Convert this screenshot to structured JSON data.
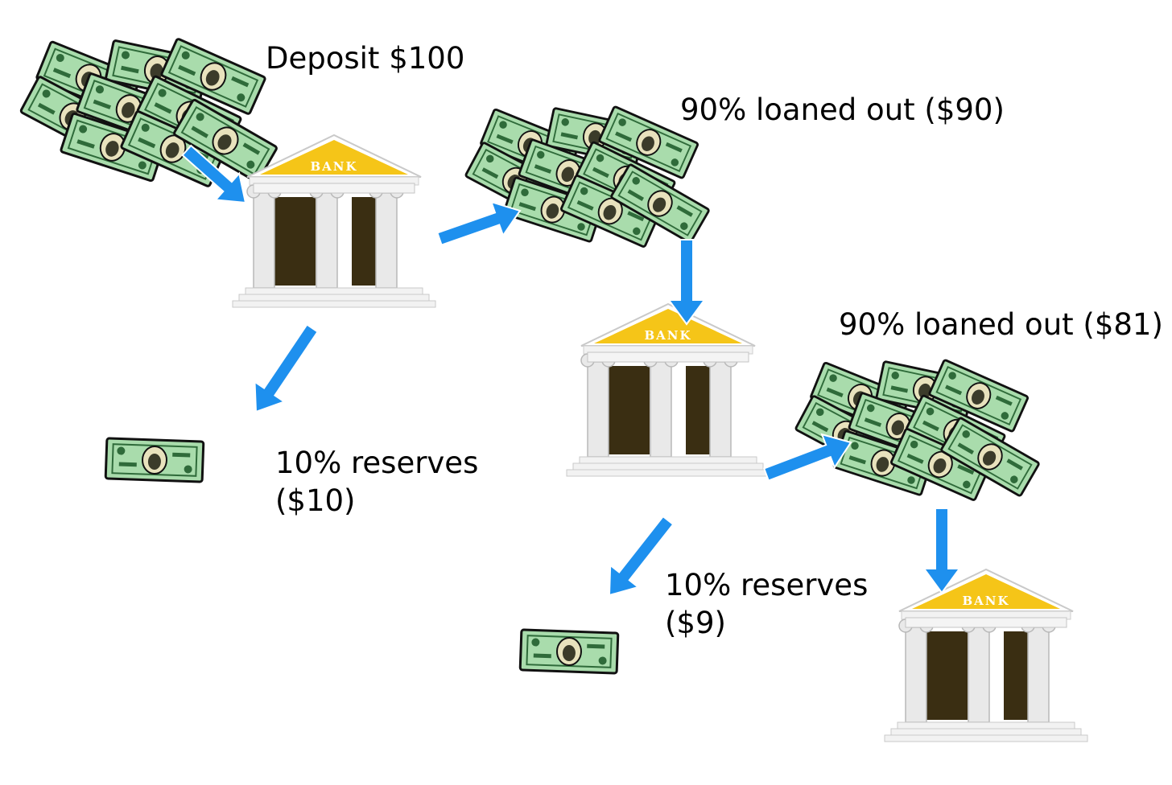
{
  "labels": {
    "deposit": "Deposit  $100",
    "loan1": "90% loaned out ($90)",
    "loan2": "90% loaned out ($81)",
    "reserve1_line1": "10% reserves",
    "reserve1_line2": "($10)",
    "reserve2_line1": "10% reserves",
    "reserve2_line2": "($9)"
  },
  "bank_sign_text": "BANK",
  "colors": {
    "arrow": "#1e90ee",
    "bill": "#a9dcac",
    "bill_dark": "#2f6b3a",
    "bank_roof": "#f5c518",
    "column": "#e9e9e9",
    "door": "#3a2e12"
  }
}
